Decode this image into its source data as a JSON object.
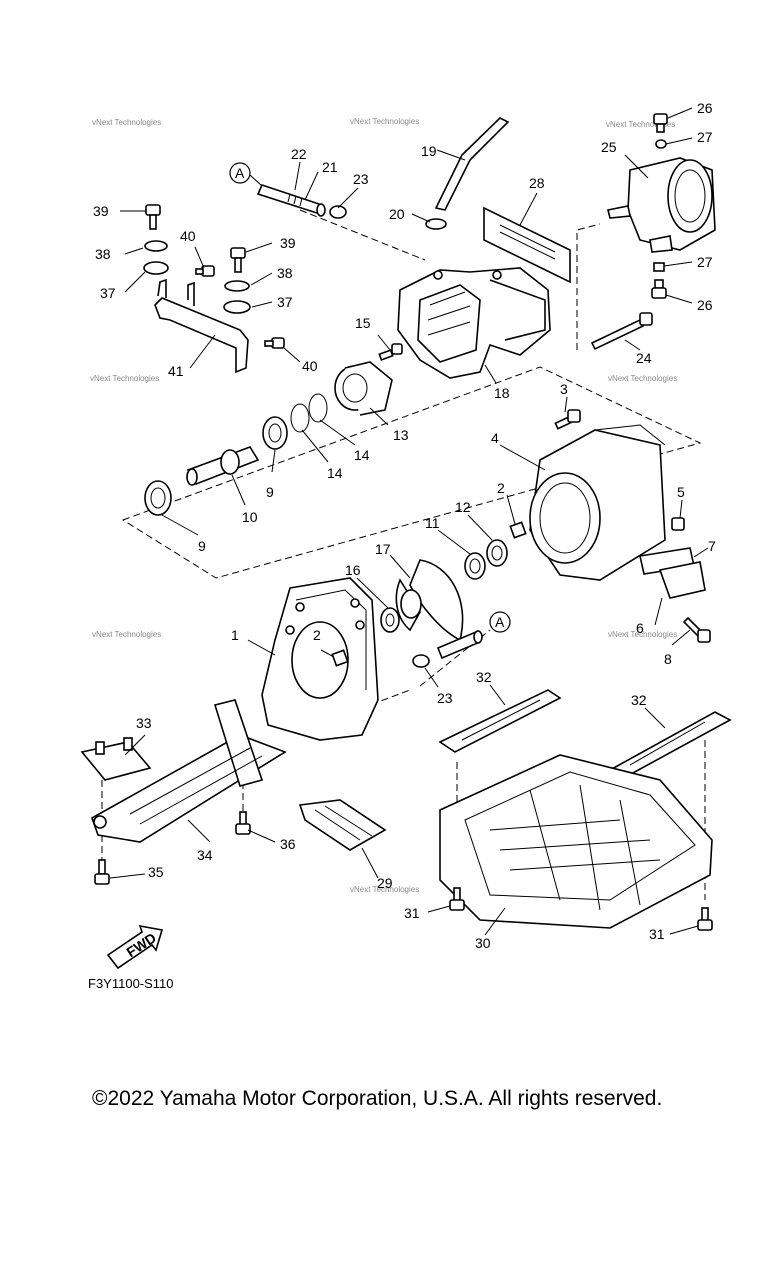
{
  "callouts": [
    "1",
    "2",
    "2",
    "3",
    "4",
    "5",
    "6",
    "7",
    "8",
    "9",
    "9",
    "10",
    "11",
    "12",
    "13",
    "14",
    "14",
    "15",
    "16",
    "17",
    "18",
    "19",
    "20",
    "21",
    "22",
    "23",
    "23",
    "24",
    "25",
    "26",
    "26",
    "27",
    "27",
    "28",
    "29",
    "30",
    "31",
    "31",
    "32",
    "32",
    "33",
    "34",
    "35",
    "36",
    "37",
    "37",
    "38",
    "38",
    "39",
    "39",
    "40",
    "40",
    "41"
  ],
  "marker_a": "A",
  "watermark": "vNext Technologies",
  "fwd_label": "FWD",
  "diagram_code": "F3Y1100-S110",
  "copyright": "©2022 Yamaha Motor Corporation, U.S.A. All rights reserved."
}
